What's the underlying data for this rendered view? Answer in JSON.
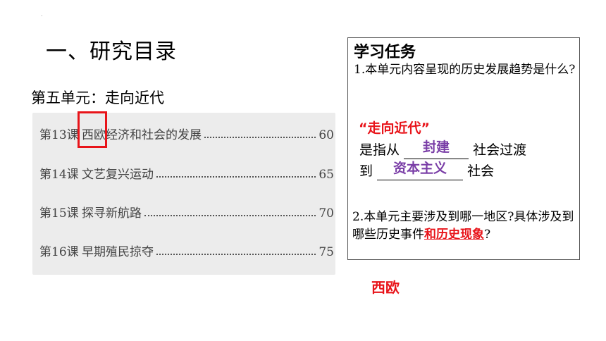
{
  "slide": {
    "dot": ".",
    "title": "一、研究目录",
    "unit_heading": "第五单元：走向近代"
  },
  "toc": [
    {
      "num": "第13课",
      "name": "西欧经济和社会的发展",
      "page": "60"
    },
    {
      "num": "第14课",
      "name": "文艺复兴运动",
      "page": "65"
    },
    {
      "num": "第15课",
      "name": "探寻新航路",
      "page": "70"
    },
    {
      "num": "第16课",
      "name": "早期殖民掠夺",
      "page": "75"
    }
  ],
  "panel": {
    "title": "学习任务",
    "q1": "1.本单元内容呈现的历史发展趋势是什么?",
    "answer_quote": "“走向近代”",
    "line1_prefix": "是指从",
    "fill1": "封建",
    "line1_suffix": "社会过渡",
    "line2_prefix": "到",
    "fill2": "资本主义",
    "line2_suffix": "社会",
    "q2_text": "2.本单元主要涉及到哪一地区?具体涉及到哪些历史事件",
    "q2_emphasis": "和历史现象",
    "q2_end": "?"
  },
  "answer_region": "西欧",
  "colors": {
    "highlight_red": "#e8141a",
    "fill_purple": "#7a3ea7"
  }
}
